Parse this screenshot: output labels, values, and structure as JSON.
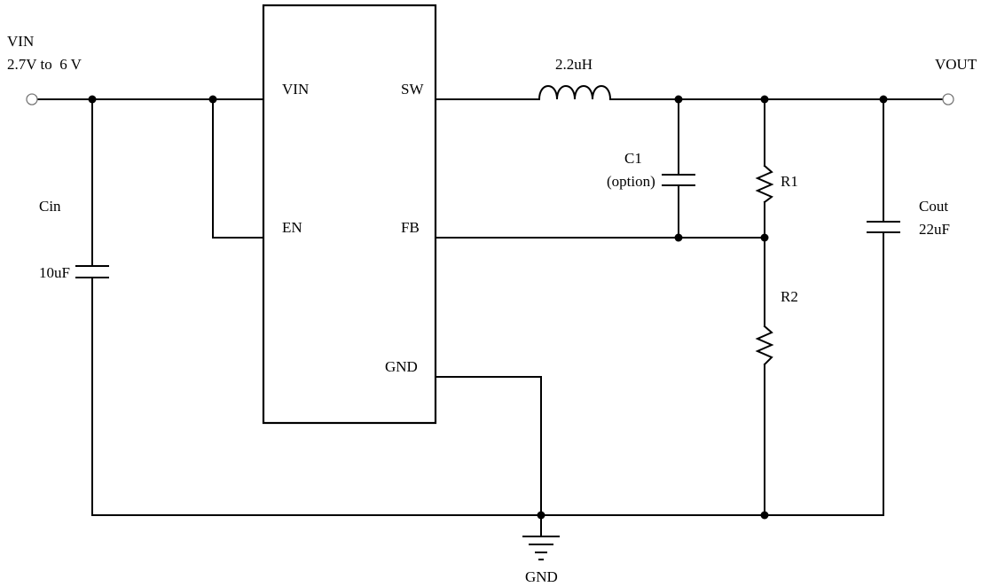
{
  "labels": {
    "vin_title": "VIN",
    "vin_range": "2.7V to  6 V",
    "vout": "VOUT",
    "gnd": "GND",
    "cin_name": "Cin",
    "cin_value": "10uF",
    "inductor": "2.2uH",
    "c1_name": "C1",
    "c1_note": "(option)",
    "r1": "R1",
    "r2": "R2",
    "cout_name": "Cout",
    "cout_value": "22uF"
  },
  "ic_pins": {
    "vin": "VIN",
    "en": "EN",
    "sw": "SW",
    "fb": "FB",
    "gnd": "GND"
  }
}
